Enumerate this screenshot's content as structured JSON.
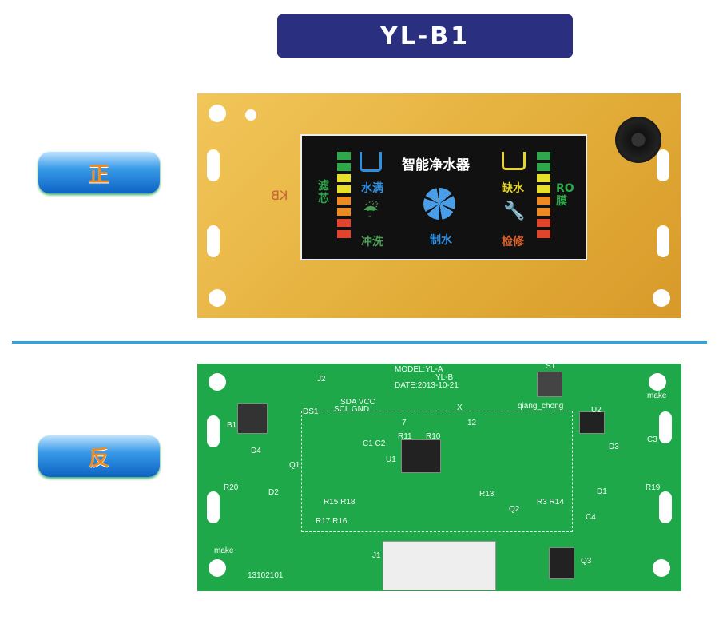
{
  "title": "YL-B1",
  "labels": {
    "front": "正",
    "back": "反"
  },
  "front_board": {
    "silk_mark": "KB",
    "display": {
      "heading": "智能净水器",
      "filter": "滤芯",
      "ro": "RO膜",
      "water_full": "水满",
      "flush": "冲洗",
      "making": "制水",
      "water_short": "缺水",
      "repair": "检修"
    }
  },
  "back_board": {
    "model": "MODEL:YL-A",
    "model2": "YL-B",
    "date": "DATE:2013-10-21",
    "j2": "J2",
    "sda_vcc": "SDA  VCC",
    "scl_gnd": "SCL  GND",
    "ds1": "DS1",
    "s1": "S1",
    "switch": "qiang_chong",
    "u2": "U2",
    "c3": "C3",
    "make1": "make",
    "make2": "make",
    "b1": "B1",
    "d4": "D4",
    "q1": "Q1",
    "r20": "R20",
    "d2": "D2",
    "c1c2": "C1 C2",
    "u1": "U1",
    "r11": "R11",
    "r10": "R10",
    "pin7": "7",
    "pin12": "12",
    "d3": "D3",
    "r19": "R19",
    "d1": "D1",
    "c4": "C4",
    "r15r18": "R15 R18",
    "r17r16": "R17 R16",
    "r13": "R13",
    "q2": "Q2",
    "r3r14": "R3 R14",
    "j1": "J1",
    "q3": "Q3",
    "serial": "13102101",
    "x": "X"
  },
  "colors": {
    "title_bg": "#2b2f80",
    "divider": "#2aa7e0",
    "pcb_front": "#e2ac38",
    "pcb_back": "#1fa84a"
  }
}
